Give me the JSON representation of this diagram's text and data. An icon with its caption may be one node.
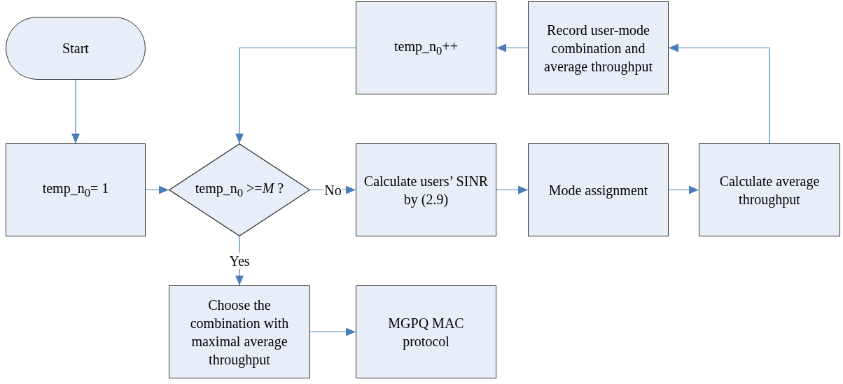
{
  "diagram": {
    "nodes": [
      {
        "text": [
          "Start"
        ]
      },
      {
        "text": [
          "temp_n$_{0}$= 1"
        ]
      },
      {
        "text": [
          "temp_n$_{0}$ >=*M* ?"
        ]
      },
      {
        "text": [
          "Calculate users’ SINR by (2.9)"
        ]
      },
      {
        "text": [
          "Mode assignment"
        ]
      },
      {
        "text": [
          "Calculate average throughput"
        ]
      },
      {
        "text": [
          "Record user-mode combination  and average throughput"
        ]
      },
      {
        "text": [
          "temp_n$_{0}$++"
        ]
      },
      {
        "text": [
          "Choose the combination with maximal average throughput"
        ]
      },
      {
        "text": [
          "MGPQ MAC protocol"
        ]
      }
    ],
    "edges": [
      {
        "from": 0,
        "to": 1,
        "arrow": "to"
      },
      {
        "from": 1,
        "to": 2,
        "arrow": "to"
      },
      {
        "from": 2,
        "to": 3,
        "arrow": "to",
        "label": "No"
      },
      {
        "from": 3,
        "to": 4,
        "arrow": "to"
      },
      {
        "from": 4,
        "to": 5,
        "arrow": "to"
      },
      {
        "from": 5,
        "to": 6,
        "arrow": "to"
      },
      {
        "from": 6,
        "to": 7,
        "arrow": "to"
      },
      {
        "from": 7,
        "to": 2,
        "arrow": "to"
      },
      {
        "from": 2,
        "to": 8,
        "arrow": "to",
        "label": "Yes"
      },
      {
        "from": 8,
        "to": 9,
        "arrow": "to"
      }
    ]
  }
}
